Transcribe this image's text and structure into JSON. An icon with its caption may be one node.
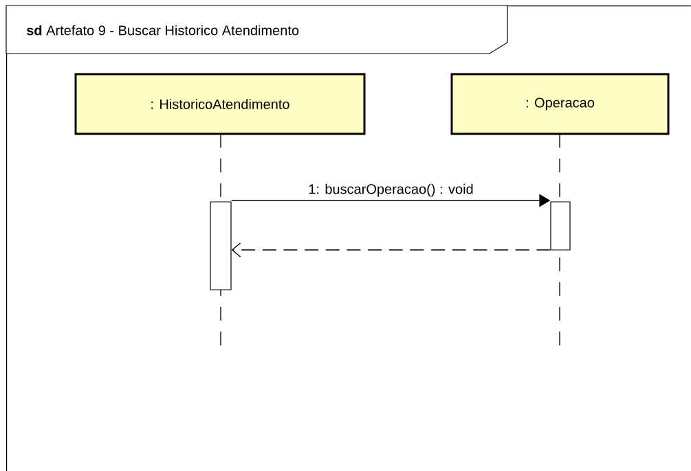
{
  "diagram": {
    "nodes": [
      {
        "text": [
          "**sd** Artefato 9 - Buscar Historico Atendimento"
        ]
      },
      {
        "text": [
          ": HistoricoAtendimento"
        ],
        "in": 0
      },
      {
        "text": [
          ": Operacao"
        ],
        "in": 0
      },
      {
        "text": [],
        "shape": "bar",
        "in": 0
      },
      {
        "text": [],
        "shape": "bar",
        "in": 0
      }
    ],
    "edges": [
      {
        "from": 3,
        "to": 4,
        "arrow": "to",
        "label": "1: buscarOperacao() : void"
      },
      {
        "from": 4,
        "to": 3,
        "arrow": "to",
        "style": "dashed"
      }
    ]
  }
}
